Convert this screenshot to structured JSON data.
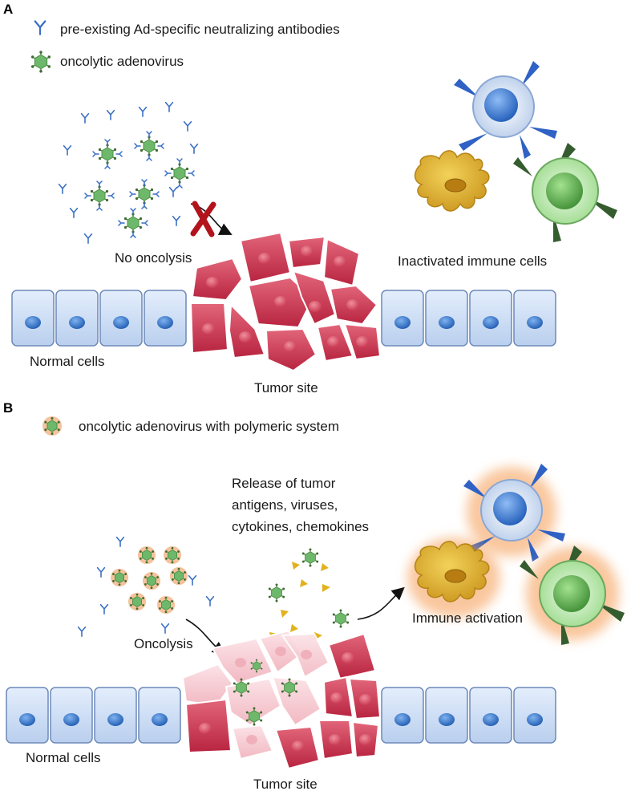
{
  "panel_a": {
    "label": "A",
    "legend": {
      "antibody": "pre-existing Ad-specific neutralizing antibodies",
      "virus": "oncolytic adenovirus"
    },
    "no_oncolysis": "No oncolysis",
    "inactivated_immune": "Inactivated immune cells",
    "normal_cells": "Normal cells",
    "tumor_site": "Tumor site"
  },
  "panel_b": {
    "label": "B",
    "legend": {
      "virus_polymer": "oncolytic adenovirus with polymeric system"
    },
    "release_lines": [
      "Release of tumor",
      "antigens, viruses,",
      "cytokines, chemokines"
    ],
    "oncolysis": "Oncolysis",
    "immune_activation": "Immune activation",
    "normal_cells": "Normal cells",
    "tumor_site": "Tumor site"
  },
  "colors": {
    "antibody": "#3a6fc4",
    "virus": "#6db86a",
    "polymer_halo": "#f2b88c",
    "tumor": "#c9364f",
    "tumor_light": "#f3c2ca",
    "normal_cell": "#cfe0f7",
    "nucleus": "#2f6fc2",
    "t_cell_blue": "#3b7fd8",
    "t_cell_green": "#76c56c",
    "receptor_dark_green": "#355c2e",
    "dendritic": "#e4b323",
    "activation_glow": "#f59a4f"
  }
}
